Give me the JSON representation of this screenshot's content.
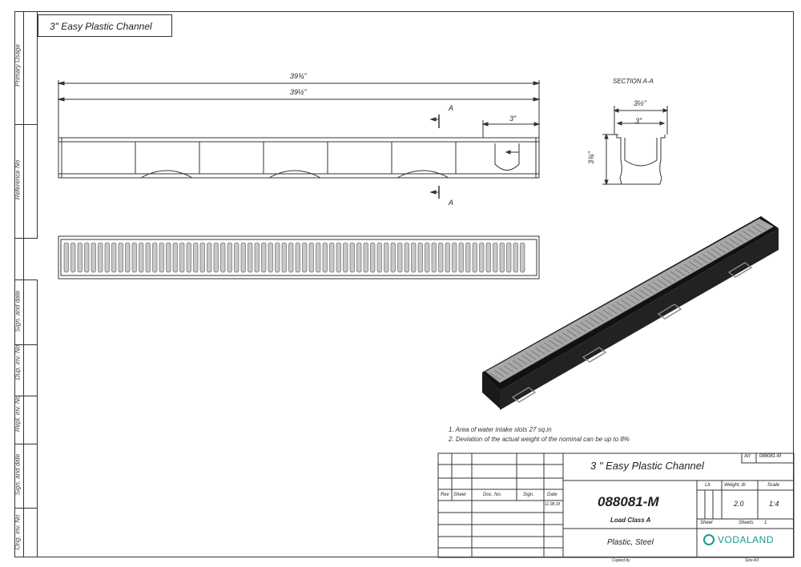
{
  "title_tag": "3\" Easy Plastic Channel",
  "side_labels": [
    "Primary Usage",
    "Reference No",
    "Sign. and date",
    "Dup. inv. No",
    "Repl. inv. No",
    "Sign. and date",
    "Orig. inv. No"
  ],
  "dimensions": {
    "overall_top": "39¾\"",
    "overall_second": "39½\"",
    "end_width": "3\"",
    "section_arrow_top": "A",
    "section_arrow_bottom": "A",
    "section_title": "SECTION A-A",
    "section_width_outer": "3½\"",
    "section_width_inner": "3\"",
    "section_height": "3¾\""
  },
  "notes": [
    "1. Area of water intake slots 27 sq.in",
    "2. Deviation of the actual weight of the nominal can be up to 8%"
  ],
  "title_block": {
    "doc_code": "088081-M",
    "doc_code_prefix": "Art",
    "product_title": "3 \" Easy Plastic Channel",
    "part_number": "088081-M",
    "load_class": "Load Class A",
    "material": "Plastic, Steel",
    "rev_headers": [
      "Rev",
      "Sheet",
      "Doc. No.",
      "Sign.",
      "Date"
    ],
    "date_value": "11.08.18",
    "lit_header": "Lit.",
    "weight_header": "Weight, lb",
    "scale_header": "Scale",
    "weight_value": "2.0",
    "scale_value": "1:4",
    "sheet_label": "Sheet",
    "sheets_label": "Sheets",
    "sheets_value": "1",
    "company": "VODALAND",
    "copied_by": "Copied by",
    "size_label": "Size A3"
  },
  "colors": {
    "line": "#333333",
    "brand": "#1b9a8f",
    "channel_dark": "#1a1a1a",
    "grate": "#b8b8b8"
  }
}
